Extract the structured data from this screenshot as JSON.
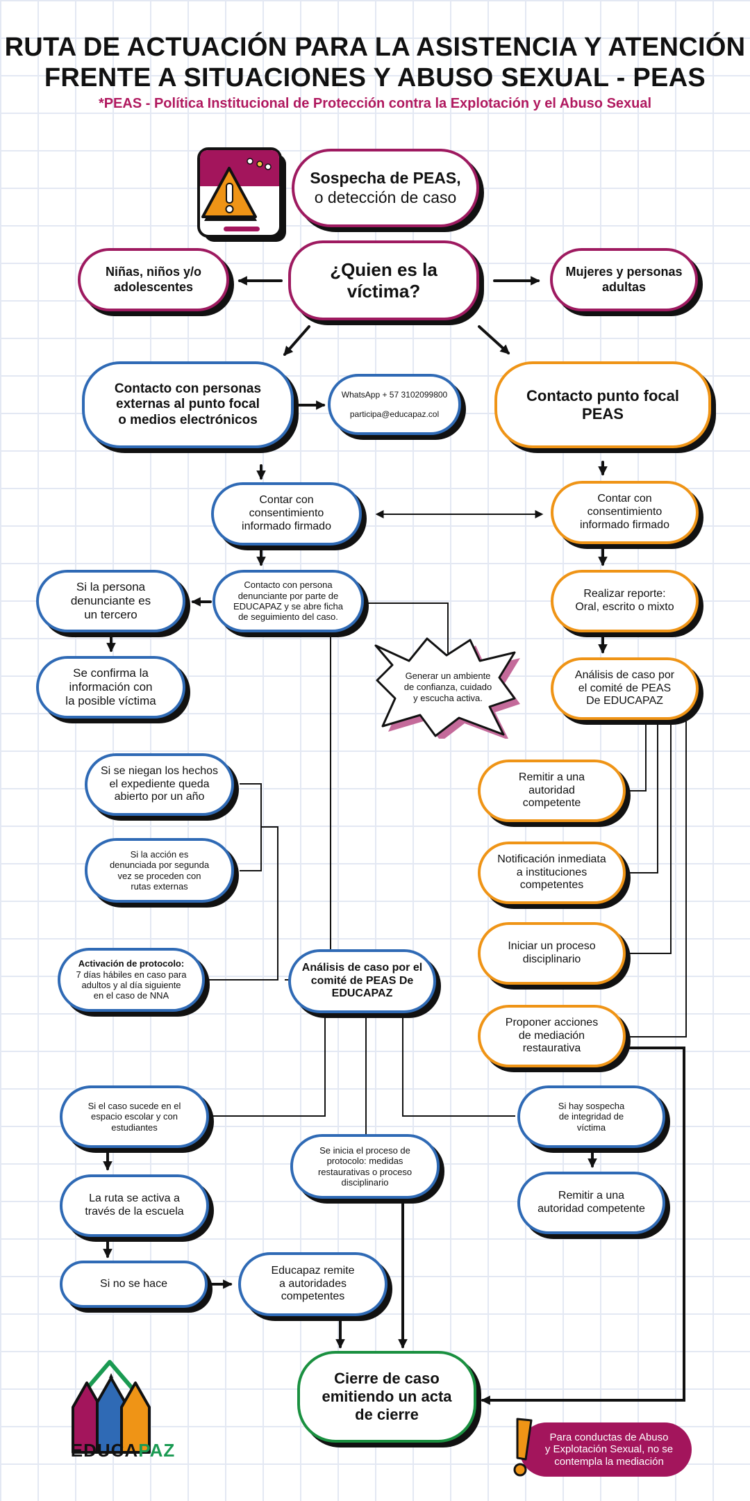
{
  "header": {
    "title_line1": "RUTA DE ACTUACIÓN PARA LA ASISTENCIA Y ATENCIÓN",
    "title_line2": "FRENTE A SITUACIONES Y ABUSO SEXUAL - PEAS",
    "subtitle": "*PEAS - Política Institucional de Protección contra la Explotación y el Abuso Sexual"
  },
  "colors": {
    "magenta": "#9e1a60",
    "blue": "#2f6ab5",
    "orange": "#ef9416",
    "green": "#1a9040",
    "note_bg": "#a3155c"
  },
  "icons": {
    "alert": "warning-triangle-window-icon",
    "logo": "pencils-logo-icon"
  },
  "nodes": {
    "sospecha": {
      "bold": "Sospecha de PEAS,",
      "rest": "o detección de caso"
    },
    "quien": "¿Quien es la\nvíctima?",
    "ninos": "Niñas, niños y/o\nadolescentes",
    "mujeres": "Mujeres y personas\nadultas",
    "contacto_ext": "Contacto con personas\nexternas al punto focal\no medios electrónicos",
    "whatsapp": "WhatsApp + 57 3102099800\n\nparticipa@educapaz.col",
    "contacto_focal": "Contacto punto focal\nPEAS",
    "consent_left": "Contar con\nconsentimiento\ninformado firmado",
    "consent_right": "Contar con\nconsentimiento\ninformado firmado",
    "contacto_denunciante": "Contacto con persona\ndenunciante por parte de\nEDUCAPAZ y se abre ficha\nde seguimiento del caso.",
    "tercero": "Si la persona\ndenunciante es\nun tercero",
    "confirma": "Se confirma la\ninformación con\nla posible víctima",
    "reporte": "Realizar reporte:\nOral, escrito o mixto",
    "analisis_right": "Análisis de caso por\nel comité de PEAS\nDe EDUCAPAZ",
    "burst": "Generar un ambiente\nde confianza, cuidado\ny escucha activa.",
    "niegan": "Si se niegan los hechos\nel expediente queda\nabierto por un año",
    "segunda": "Si la acción es\ndenunciada por segunda\nvez se proceden con\nrutas externas",
    "remitir_autoridad": "Remitir a una\nautoridad\ncompetente",
    "notificacion": "Notificación inmediata\na instituciones\ncompetentes",
    "disciplinario": "Iniciar un proceso\ndisciplinario",
    "activacion": {
      "bold": "Activación de protocolo:",
      "rest": "7 días hábiles en caso para\nadultos y al día siguiente\nen el caso de NNA"
    },
    "analisis_center": "Análisis de caso por el\ncomité de PEAS De\nEDUCAPAZ",
    "mediacion": "Proponer acciones\nde mediación\nrestaurativa",
    "escolar": "Si el caso sucede en el\nespacio escolar y con\nestudiantes",
    "sospecha_integridad": "Si hay sospecha\nde integridad de\nvíctima",
    "inicia_protocolo": "Se inicia el proceso de\nprotocolo: medidas\nrestaurativas o proceso\ndisciplinario",
    "escuela": "La ruta se activa a\ntravés de la escuela",
    "remitir_autoridad2": "Remitir a una\nautoridad competente",
    "no_se_hace": "Si no se hace",
    "educapaz_remite": "Educapaz remite\na autoridades\ncompetentes",
    "cierre": "Cierre de caso\nemitiendo un acta\nde cierre"
  },
  "logo": {
    "part1": "EDUCA",
    "part2": "PAZ"
  },
  "note": "Para conductas de Abuso\ny Explotación Sexual, no se\ncontempla la mediación"
}
